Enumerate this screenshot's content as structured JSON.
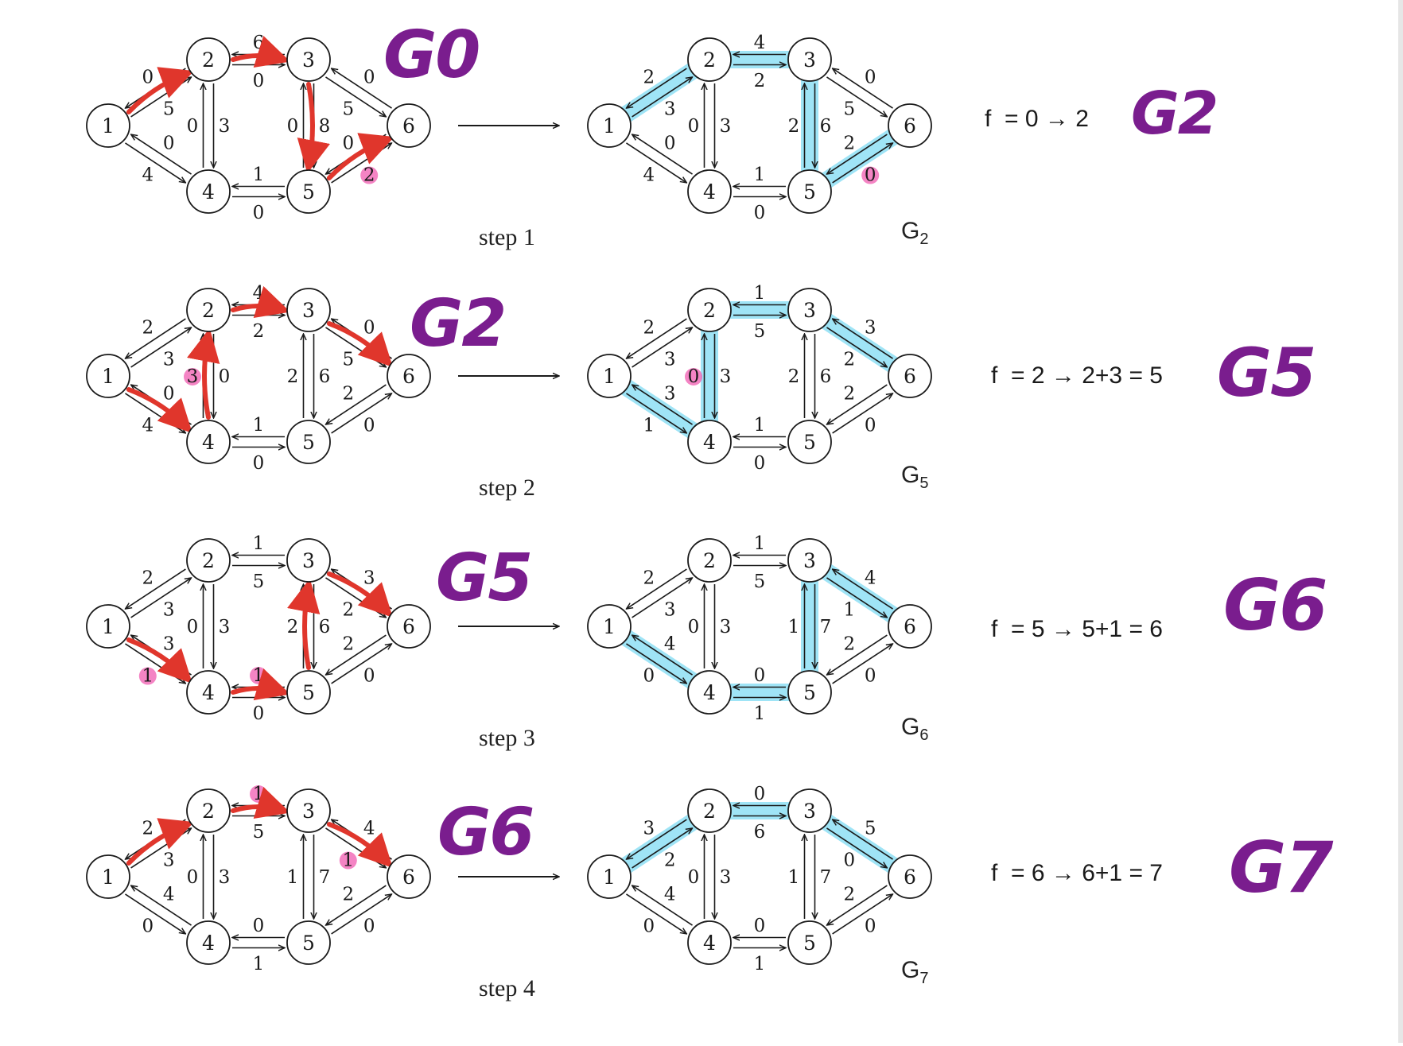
{
  "steps": [
    {
      "step_label": "step 1",
      "left": {
        "hand_label": "G0",
        "caps": {
          "12": "5",
          "21": "0",
          "14": "4",
          "41": "0",
          "23": "6",
          "32": "0",
          "24": "3",
          "42": "0",
          "35": "8",
          "53": "0",
          "36": "5",
          "63": "0",
          "45": "1",
          "54": "0",
          "56": "2",
          "65": "0"
        },
        "red_path": [
          "1-2",
          "2-3",
          "3-5",
          "5-6"
        ],
        "pink": [
          "56"
        ]
      },
      "right": {
        "graph_label": "G",
        "graph_sub": "2",
        "caps": {
          "12": "3",
          "21": "2",
          "14": "4",
          "41": "0",
          "23": "4",
          "32": "2",
          "24": "3",
          "42": "0",
          "35": "6",
          "53": "2",
          "36": "5",
          "63": "0",
          "45": "1",
          "54": "0",
          "56": "0",
          "65": "2"
        },
        "blue_path": [
          "1-2",
          "2-3",
          "3-5",
          "5-6"
        ],
        "pink": [
          "56"
        ]
      },
      "formula": "f  = 0 → 2",
      "hand_result": "G2"
    },
    {
      "step_label": "step 2",
      "left": {
        "hand_label": "G2",
        "caps": {
          "12": "3",
          "21": "2",
          "14": "4",
          "41": "0",
          "23": "4",
          "32": "2",
          "24": "0",
          "42": "3",
          "35": "6",
          "53": "2",
          "36": "5",
          "63": "0",
          "45": "1",
          "54": "0",
          "56": "0",
          "65": "2"
        },
        "red_path": [
          "1-4",
          "4-2",
          "2-3",
          "3-6"
        ],
        "pink": [
          "42"
        ]
      },
      "right": {
        "graph_label": "G",
        "graph_sub": "5",
        "caps": {
          "12": "3",
          "21": "2",
          "14": "1",
          "41": "3",
          "23": "1",
          "32": "5",
          "24": "3",
          "42": "0",
          "35": "6",
          "53": "2",
          "36": "2",
          "63": "3",
          "45": "1",
          "54": "0",
          "56": "0",
          "65": "2"
        },
        "blue_path": [
          "1-4",
          "4-2",
          "2-3",
          "3-6"
        ],
        "pink": [
          "42"
        ]
      },
      "formula": "f  = 2 → 2+3 = 5",
      "hand_result": "G5"
    },
    {
      "step_label": "step 3",
      "left": {
        "hand_label": "G5",
        "caps": {
          "12": "3",
          "21": "2",
          "14": "1",
          "41": "3",
          "23": "1",
          "32": "5",
          "24": "3",
          "42": "0",
          "35": "6",
          "53": "2",
          "36": "2",
          "63": "3",
          "45": "1",
          "54": "0",
          "56": "0",
          "65": "2"
        },
        "red_path": [
          "1-4",
          "4-5",
          "5-3",
          "3-6"
        ],
        "pink": [
          "14",
          "45"
        ]
      },
      "right": {
        "graph_label": "G",
        "graph_sub": "6",
        "caps": {
          "12": "3",
          "21": "2",
          "14": "0",
          "41": "4",
          "23": "1",
          "32": "5",
          "24": "3",
          "42": "0",
          "35": "7",
          "53": "1",
          "36": "1",
          "63": "4",
          "45": "0",
          "54": "1",
          "56": "0",
          "65": "2"
        },
        "blue_path": [
          "1-4",
          "4-5",
          "5-3",
          "3-6"
        ],
        "pink": []
      },
      "formula": "f  = 5 → 5+1 = 6",
      "hand_result": "G6"
    },
    {
      "step_label": "step 4",
      "left": {
        "hand_label": "G6",
        "caps": {
          "12": "3",
          "21": "2",
          "14": "0",
          "41": "4",
          "23": "1",
          "32": "5",
          "24": "3",
          "42": "0",
          "35": "7",
          "53": "1",
          "36": "1",
          "63": "4",
          "45": "0",
          "54": "1",
          "56": "0",
          "65": "2"
        },
        "red_path": [
          "1-2",
          "2-3",
          "3-6"
        ],
        "pink": [
          "23",
          "36"
        ]
      },
      "right": {
        "graph_label": "G",
        "graph_sub": "7",
        "caps": {
          "12": "2",
          "21": "3",
          "14": "0",
          "41": "4",
          "23": "0",
          "32": "6",
          "24": "3",
          "42": "0",
          "35": "7",
          "53": "1",
          "36": "0",
          "63": "5",
          "45": "0",
          "54": "1",
          "56": "0",
          "65": "2"
        },
        "blue_path": [
          "1-2",
          "2-3",
          "3-6"
        ],
        "pink": []
      },
      "formula": "f  = 6 → 6+1 = 7",
      "hand_result": "G7"
    }
  ],
  "node_labels": [
    "1",
    "2",
    "3",
    "4",
    "5",
    "6"
  ],
  "colors": {
    "red": "#e0362c",
    "blue": "#8fe0f5",
    "pink": "#f05bb0",
    "purple": "#7a1d8e",
    "ink": "#1a1a1a"
  }
}
